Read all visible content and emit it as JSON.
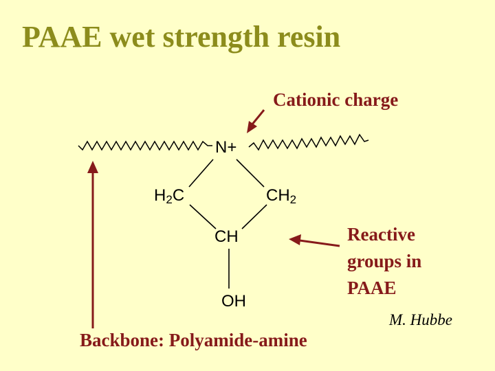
{
  "slide": {
    "title": "PAAE wet strength resin",
    "author": "M. Hubbe"
  },
  "labels": {
    "cationic_charge": "Cationic charge",
    "reactive_line1": "Reactive",
    "reactive_line2": "groups in",
    "reactive_line3": "PAAE",
    "backbone": "Backbone:  Polyamide-amine"
  },
  "structure": {
    "nitrogen": "N+",
    "left_carbon": "H",
    "left_carbon_sub": "2",
    "left_carbon_end": "C",
    "right_carbon": "CH",
    "right_carbon_sub": "2",
    "center_carbon": "CH",
    "hydroxyl": "OH"
  },
  "colors": {
    "background": "#FFFFC9",
    "title": "#8C8C1C",
    "label": "#861A1A",
    "arrow": "#861A1A",
    "bond": "#000000"
  }
}
